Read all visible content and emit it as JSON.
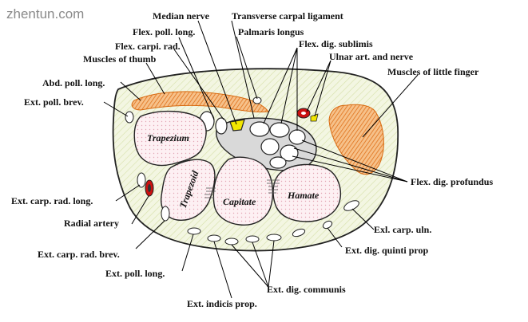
{
  "watermark": "zhentun.com",
  "labels": {
    "median_nerve": "Median nerve",
    "transverse_carpal_ligament": "Transverse carpal ligament",
    "flex_poll_long_top": "Flex. poll. long.",
    "palmaris_longus": "Palmaris longus",
    "flex_carpi_rad": "Flex. carpi. rad.",
    "flex_dig_sublimis": "Flex. dig. sublimis",
    "muscles_of_thumb": "Muscles of thumb",
    "ulnar_art_nerve": "Ulnar art. and nerve",
    "muscles_little_finger": "Muscles of little finger",
    "abd_poll_long": "Abd. poll. long.",
    "ext_poll_brev": "Ext. poll. brev.",
    "flex_dig_profundus": "Flex. dig. profundus",
    "ext_carp_rad_long": "Ext. carp. rad. long.",
    "radial_artery": "Radial artery",
    "ext_carp_rad_brev": "Ext. carp. rad. brev.",
    "ext_poll_long": "Ext. poll. long.",
    "exl_carp_uln": "Exl. carp. uln.",
    "ext_dig_quinti_prop": "Ext. dig. quinti prop",
    "ext_dig_communis": "Ext. dig. communis",
    "ext_indicis_prop": "Ext. indicis prop."
  },
  "bones": {
    "trapezium": "Trapezium",
    "trapezoid": "Trapezoid",
    "capitate": "Capitate",
    "hamate": "Hamate"
  },
  "colors": {
    "tissue_fill": "#eef3d6",
    "bone_fill": "#fbe8ee",
    "muscle": "#e8802a",
    "nerve": "#f2e600",
    "artery": "#cc1111"
  }
}
